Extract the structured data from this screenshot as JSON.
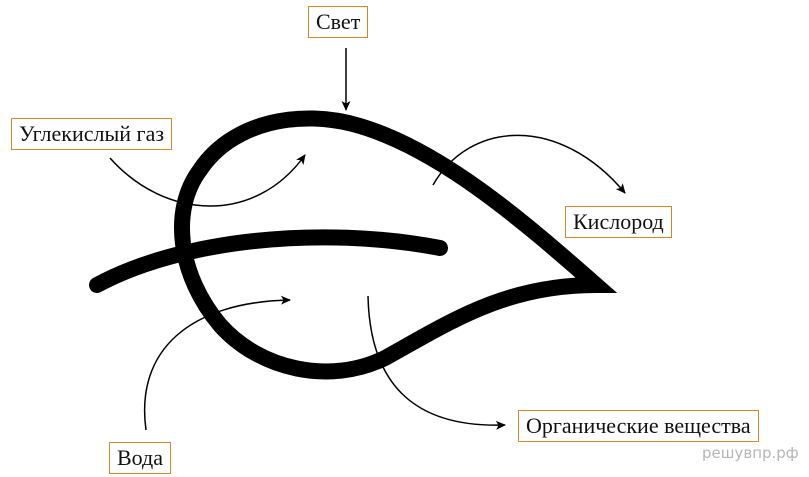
{
  "labels": {
    "light": "Свет",
    "co2": "Углекислый газ",
    "oxygen": "Кислород",
    "water": "Вода",
    "organic": "Органические вещества"
  },
  "watermark": "решувпр.рф",
  "colors": {
    "box_border": "#d4882e",
    "leaf": "#000000",
    "arrow": "#000000",
    "watermark": "#b6b6b6"
  }
}
